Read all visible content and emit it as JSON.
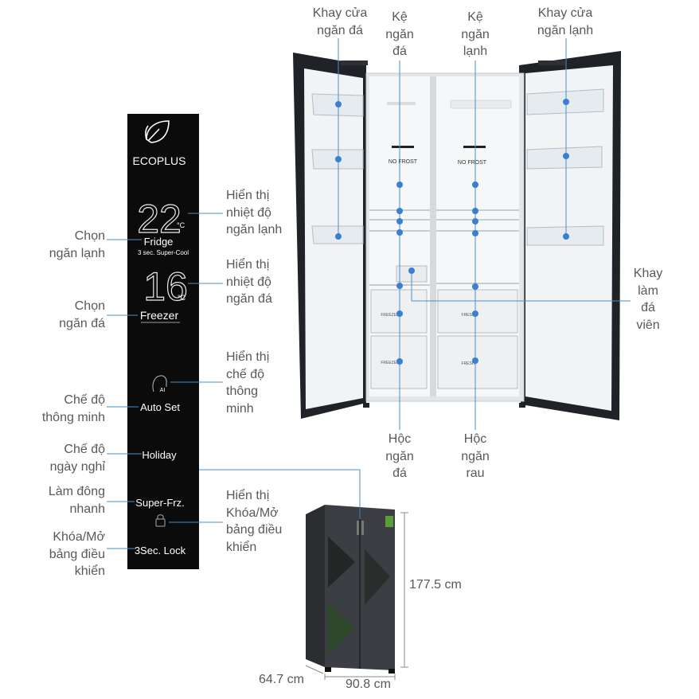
{
  "panel": {
    "logo": "ECOPLUS",
    "fridge_temp": "22",
    "freezer_temp": "16",
    "temp_unit": "°C",
    "fridge_label": "Fridge",
    "supercool_label": "3 sec. Super-Cool",
    "freezer_label": "Freezer",
    "ai_label": "AI",
    "autoset_label": "Auto Set",
    "holiday_label": "Holiday",
    "superfrz_label": "Super-Frz.",
    "lock_label": "3Sec. Lock",
    "icons": [
      "leaf-icon",
      "ai-head-icon",
      "lock-icon"
    ]
  },
  "fridge": {
    "no_frost_left": "NO FROST",
    "no_frost_right": "NO FROST",
    "drawer_left_1": "FREEZER",
    "drawer_left_2": "FREEZER",
    "drawer_right_1": "FRESH",
    "drawer_right_2": "FRESH"
  },
  "labels": {
    "khay_cua_ngan_da": [
      "Khay cửa",
      "ngăn đá"
    ],
    "ke_ngan_da": [
      "Kệ",
      "ngăn",
      "đá"
    ],
    "ke_ngan_lanh": [
      "Kệ",
      "ngăn",
      "lạnh"
    ],
    "khay_cua_ngan_lanh": [
      "Khay cửa",
      "ngăn lạnh"
    ],
    "hien_thi_nhiet_do_lanh": [
      "Hiển thị",
      "nhiệt độ",
      "ngăn lạnh"
    ],
    "hien_thi_nhiet_do_da": [
      "Hiển thị",
      "nhiệt độ",
      "ngăn đá"
    ],
    "khay_lam_da_vien": [
      "Khay",
      "làm",
      "đá",
      "viên"
    ],
    "hien_thi_che_do_thong_minh": [
      "Hiển thị",
      "chế độ",
      "thông",
      "minh"
    ],
    "hoc_ngan_da": [
      "Hộc",
      "ngăn",
      "đá"
    ],
    "hoc_ngan_rau": [
      "Hộc",
      "ngăn",
      "rau"
    ],
    "hien_thi_khoa_mo": [
      "Hiển thị",
      "Khóa/Mở",
      "bảng điều",
      "khiển"
    ],
    "chon_ngan_lanh": [
      "Chọn",
      "ngăn lạnh"
    ],
    "chon_ngan_da": [
      "Chọn",
      "ngăn đá"
    ],
    "che_do_thong_minh": [
      "Chế độ",
      "thông minh"
    ],
    "che_do_ngay_nghi": [
      "Chế độ",
      "ngày nghỉ"
    ],
    "lam_dong_nhanh": [
      "Làm đông",
      "nhanh"
    ],
    "khoa_mo_bang_dieu_khien": [
      "Khóa/Mở",
      "bảng điều",
      "khiển"
    ]
  },
  "dimensions": {
    "height": "177.5 cm",
    "depth": "64.7 cm",
    "width": "90.8 cm"
  },
  "colors": {
    "label_text": "#595959",
    "leader_line": "#4a90c8",
    "dot": "#3a7fd0",
    "panel_bg": "#0b0b0b",
    "fridge_body": "#1f2327",
    "fridge_exterior": "#3b3e42"
  }
}
